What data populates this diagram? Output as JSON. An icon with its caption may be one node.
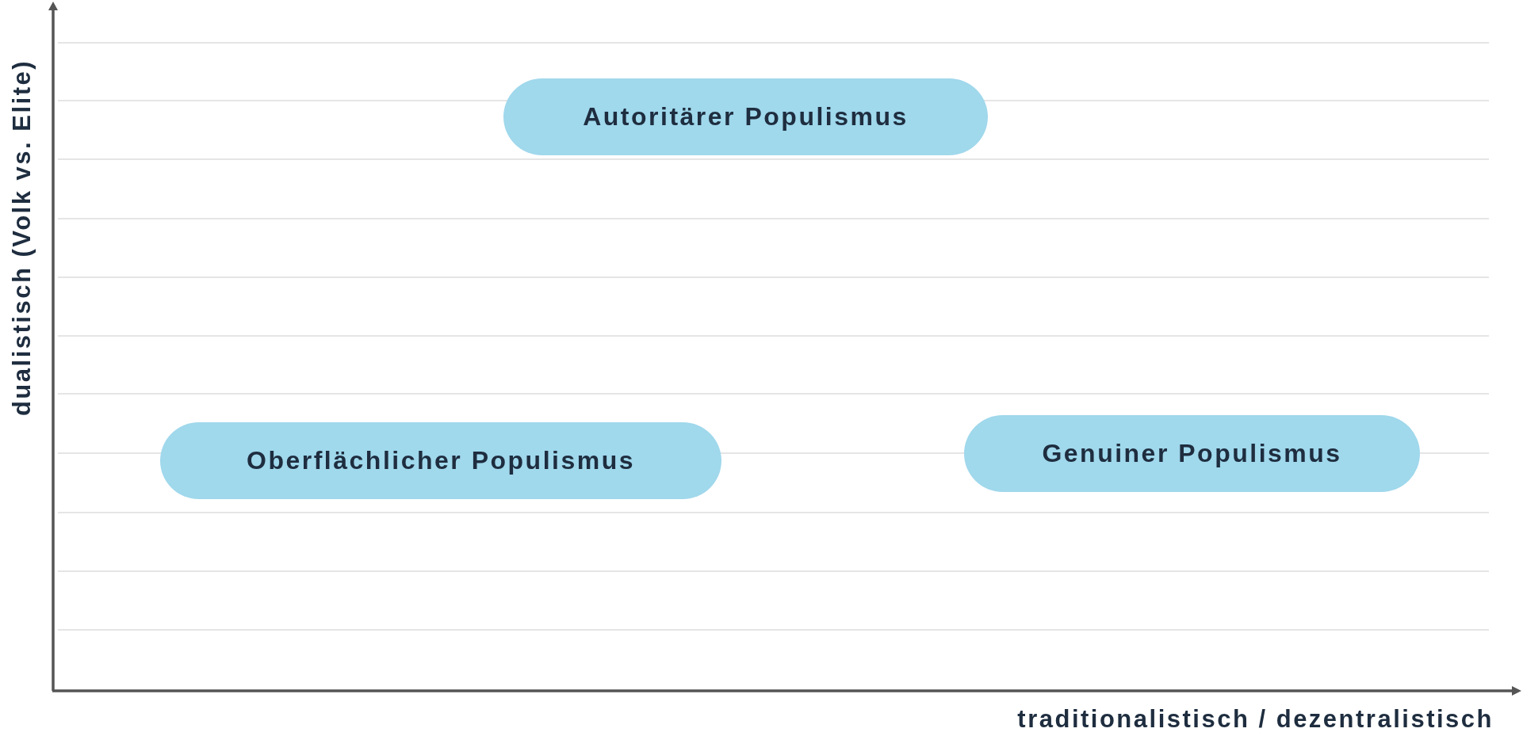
{
  "diagram": {
    "nodes": [
      {
        "text": [
          "Autoritärer Populismus"
        ]
      },
      {
        "text": [
          "Oberflächlicher Populismus"
        ]
      },
      {
        "text": [
          "Genuiner Populismus"
        ]
      }
    ],
    "labels": [
      "dualistisch (Volk vs. Elite)",
      "traditionalistisch / dezentralistisch"
    ]
  }
}
